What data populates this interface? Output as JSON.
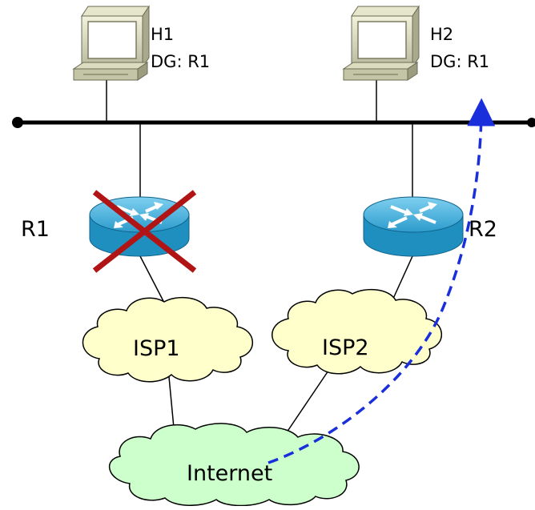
{
  "hosts": [
    {
      "name": "H1",
      "gateway": "DG: R1"
    },
    {
      "name": "H2",
      "gateway": "DG: R1"
    }
  ],
  "routers": [
    {
      "name": "R1",
      "status": "failed"
    },
    {
      "name": "R2",
      "status": "active"
    }
  ],
  "clouds": [
    {
      "name": "ISP1"
    },
    {
      "name": "ISP2"
    },
    {
      "name": "Internet"
    }
  ],
  "colors": {
    "router_body": "#1f8fc0",
    "router_top": "#4fb3dc",
    "failure_cross": "#b01414",
    "isp_cloud": "#ffffcc",
    "internet_cloud": "#ccffcc",
    "return_path": "#1a2fdc",
    "lan": "#000000"
  },
  "icons": {
    "host": "desktop-computer-icon",
    "router": "router-icon",
    "failure": "red-cross-icon"
  }
}
